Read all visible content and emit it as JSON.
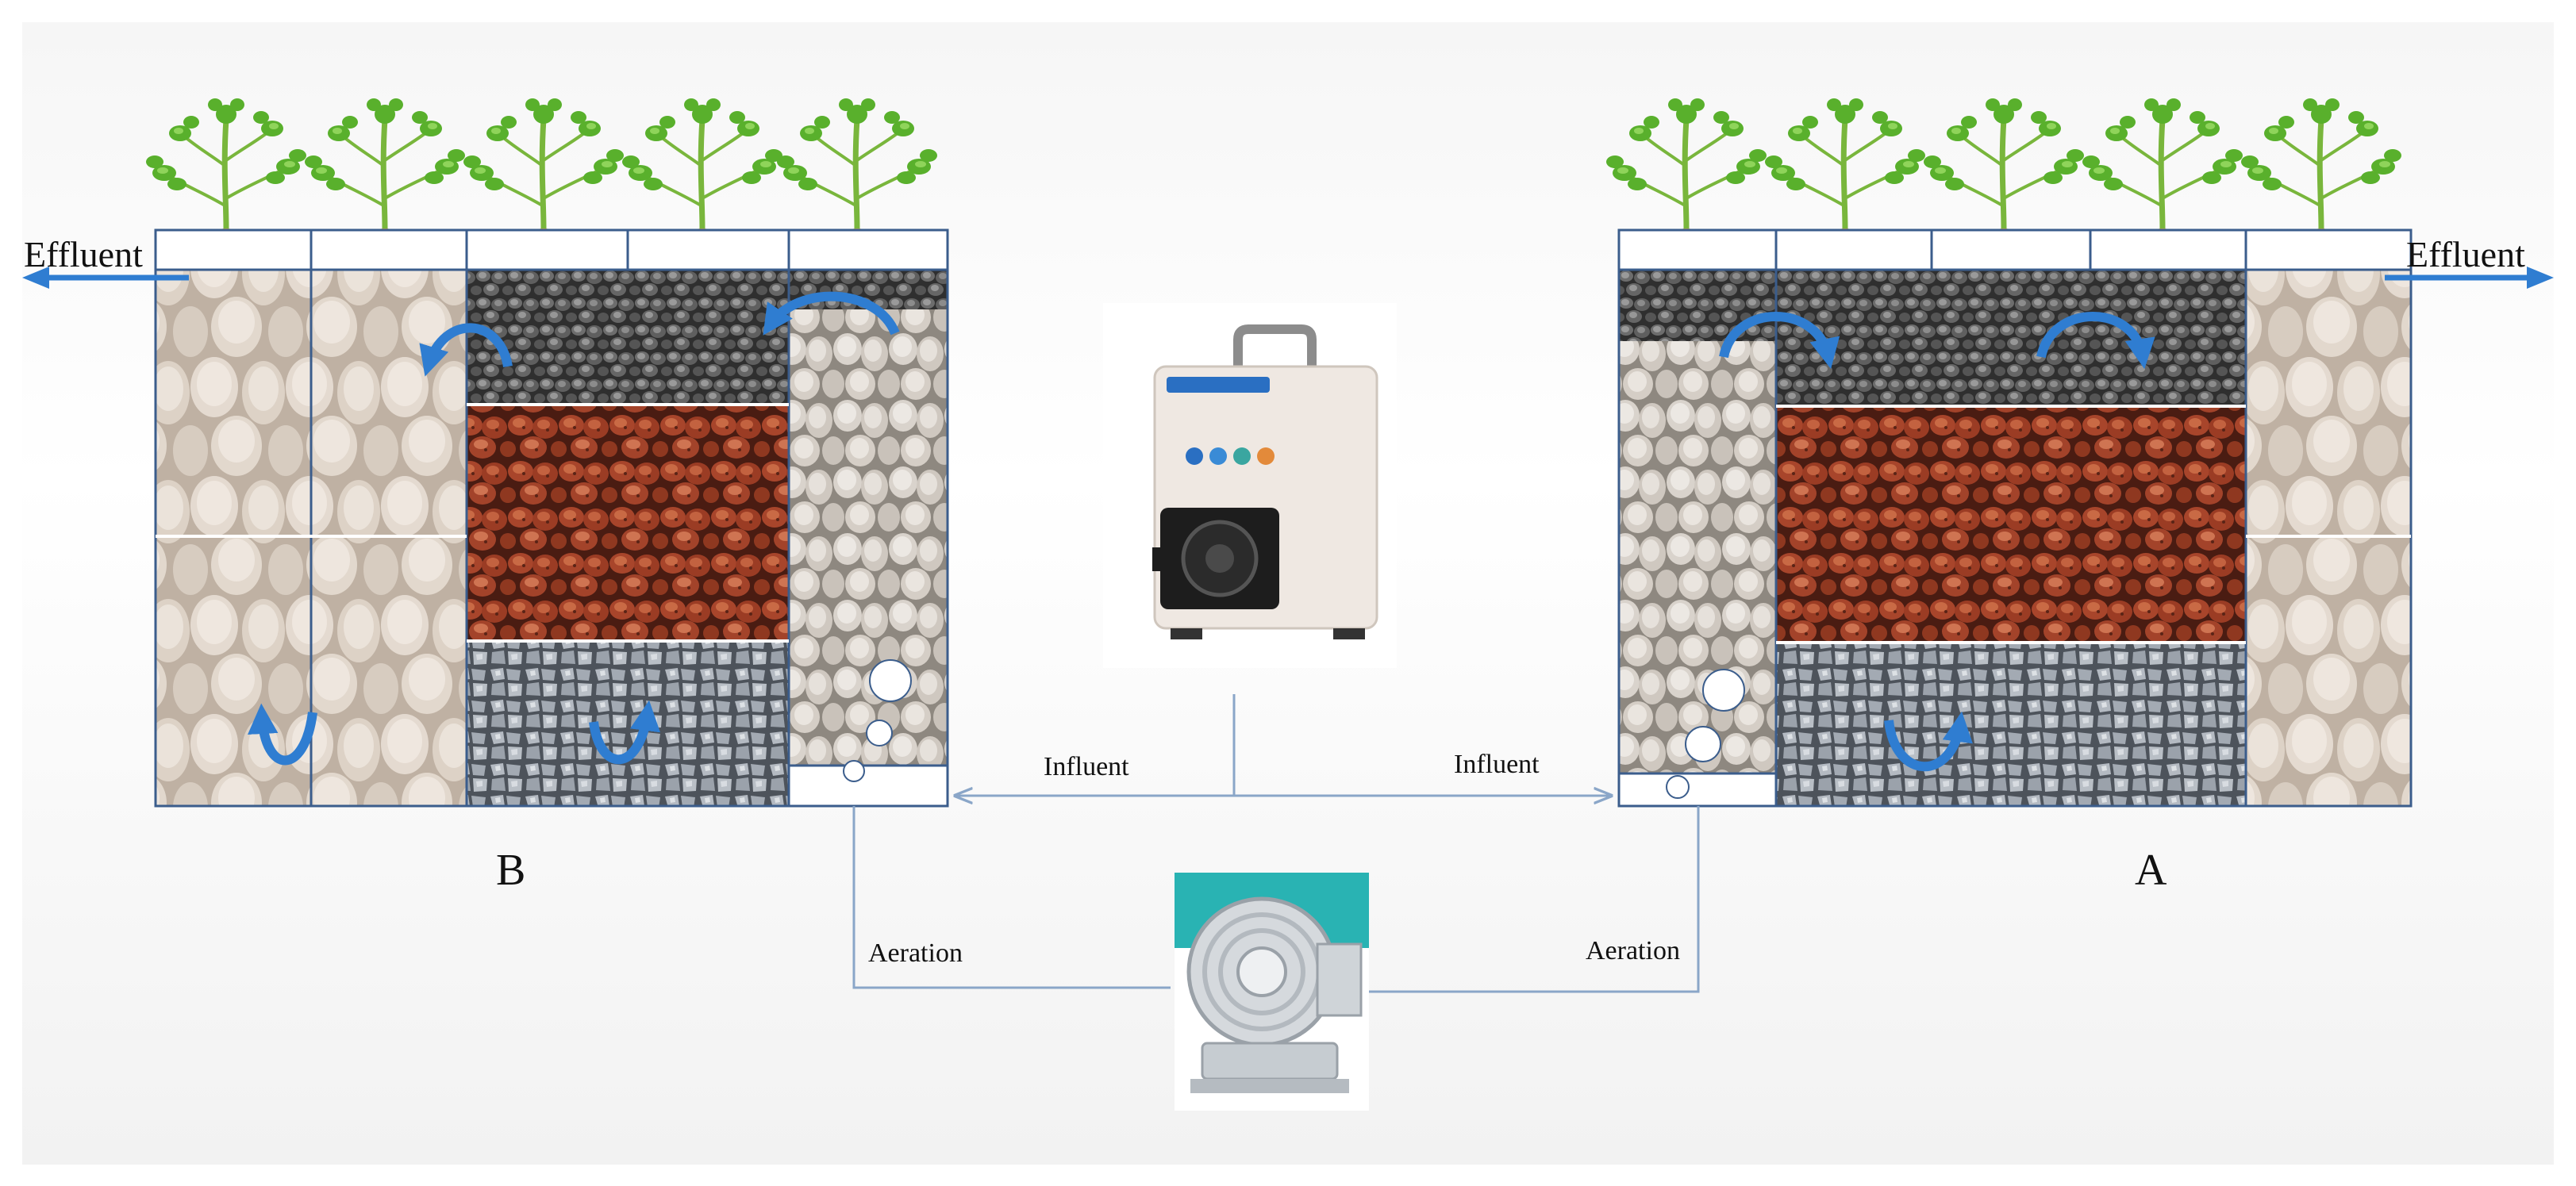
{
  "diagram": {
    "system_b": {
      "label": "B",
      "effluent_label": "Effluent",
      "influent_label": "Influent",
      "aeration_label": "Aeration"
    },
    "system_a": {
      "label": "A",
      "effluent_label": "Effluent",
      "influent_label": "Influent",
      "aeration_label": "Aeration"
    }
  },
  "colors": {
    "frame": "#3b5d8c",
    "flow_arrow": "#2f7dd1",
    "pipe": "#8aa6c8",
    "plant_leaf": "#5db531",
    "plant_stem": "#7cc04a",
    "pebble": "#d8ccc0",
    "gravel_dark": "#4a4a4a",
    "ceramsite": "#a5412a",
    "crushed_stone": "#9aa2ad",
    "river_stone": "#cfc7bd",
    "pump_body": "#efe8e2",
    "blower_body": "#d5d9dd",
    "blower_accent": "#29b3b3"
  },
  "icons": [
    "peristaltic-pump-icon",
    "air-blower-icon",
    "plant-icon"
  ]
}
